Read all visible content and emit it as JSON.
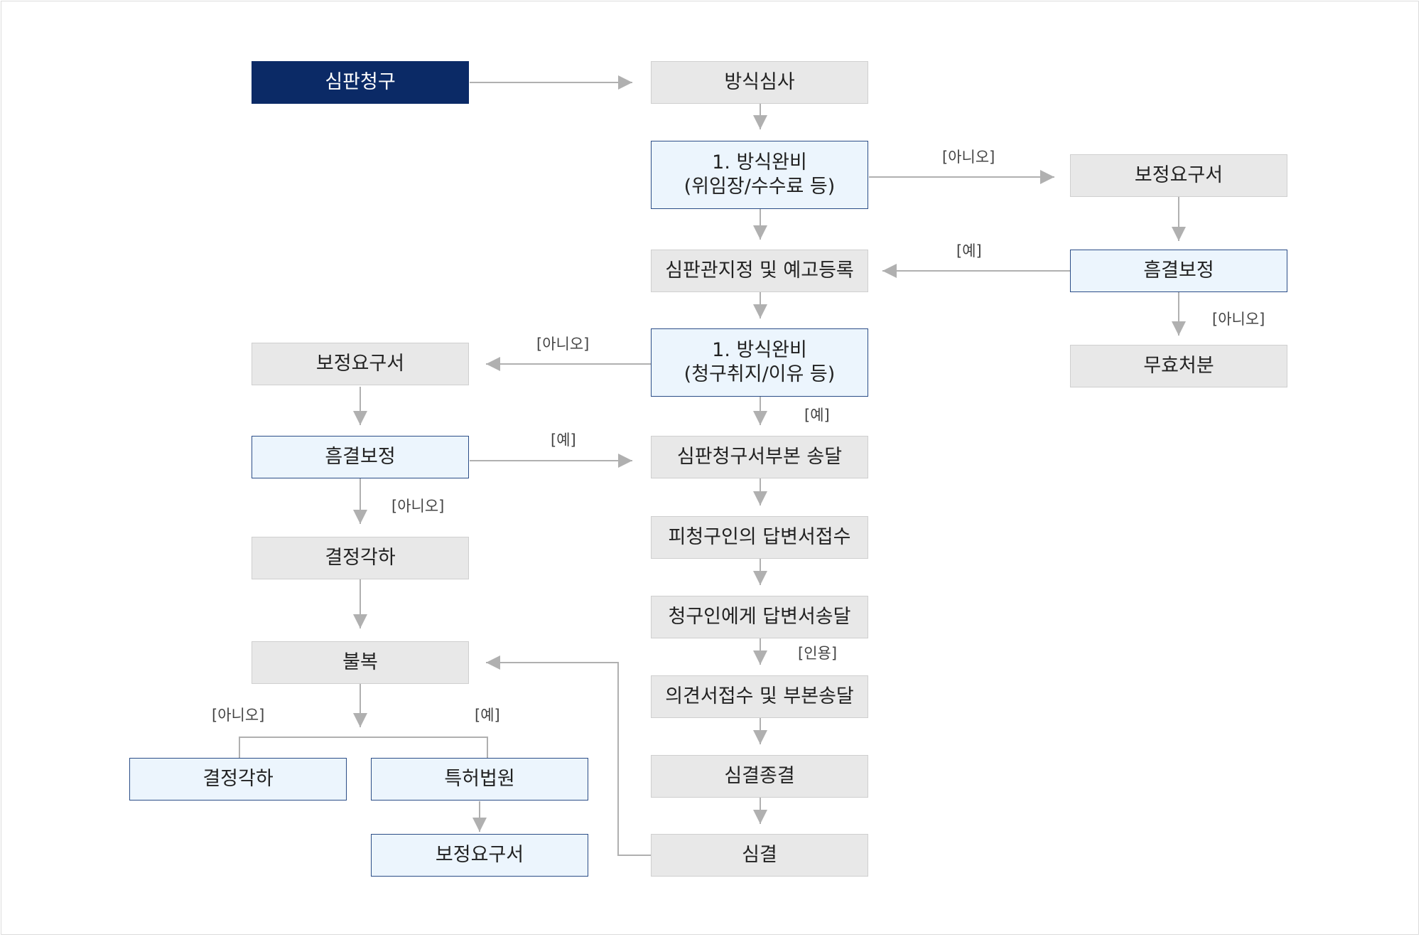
{
  "boxes": {
    "request": "심판청구",
    "formal_exam": "방식심사",
    "formal_check_1": "1. 방식완비\n(위임장/수수료 등)",
    "amend_req_right": "보정요구서",
    "correction_right": "흠결보정",
    "invalid": "무효처분",
    "designation": "심판관지정 및 예고등록",
    "formal_check_2": "1. 방식완비\n(청구취지/이유 등)",
    "amend_req_left": "보정요구서",
    "correction_left": "흠결보정",
    "dismiss_1": "결정각하",
    "appeal": "불복",
    "dismiss_2": "결정각하",
    "patent_court": "특허법원",
    "amend_req_bottom": "보정요구서",
    "copy_delivery": "심판청구서부본 송달",
    "answer_receipt": "피청구인의 답변서접수",
    "answer_delivery": "청구인에게 답변서송달",
    "opinion": "의견서접수 및 부본송달",
    "closing": "심결종결",
    "decision": "심결"
  },
  "labels": {
    "no_1": "[아니오]",
    "yes_1": "[예]",
    "no_2": "[아니오]",
    "no_3": "[아니오]",
    "yes_2": "[예]",
    "yes_3": "[예]",
    "no_4": "[아니오]",
    "cite": "[인용]",
    "no_5": "[아니오]",
    "yes_4": "[예]"
  },
  "colors": {
    "dark_box": "#0b2a66",
    "light_box": "#ecf5fd",
    "light_border": "#2b4d87",
    "gray_box": "#e8e8e8",
    "connector": "#b0b0b0"
  }
}
